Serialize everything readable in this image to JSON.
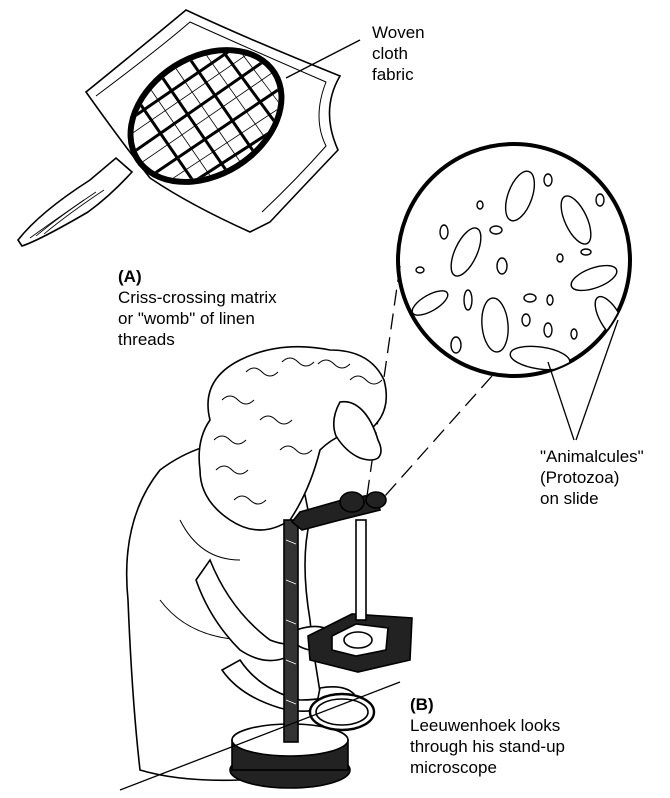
{
  "labels": {
    "woven": [
      "Woven",
      "cloth",
      "fabric"
    ],
    "a_tag": "(A)",
    "a_text": [
      "Criss-crossing matrix",
      "or \"womb\" of linen",
      "threads"
    ],
    "animal": [
      "\"Animalcules\"",
      "(Protozoa)",
      "on slide"
    ],
    "b_tag": "(B)",
    "b_text": [
      "Leeuwenhoek looks",
      "through his stand-up",
      "microscope"
    ]
  },
  "colors": {
    "ink": "#000000",
    "paper": "#ffffff"
  }
}
